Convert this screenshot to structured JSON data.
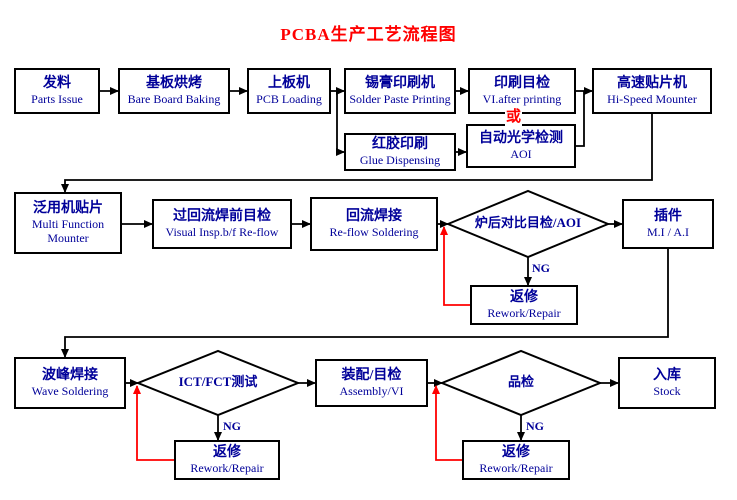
{
  "title": "PCBA生产工艺流程图",
  "labels": {
    "or": "或",
    "ng": "NG"
  },
  "colors": {
    "title": "#ff0000",
    "node_text": "#000099",
    "node_border": "#000000",
    "flow_line": "#000000",
    "feedback_line": "#ff0000",
    "background": "#ffffff"
  },
  "nodes": {
    "parts_issue": {
      "zh": "发料",
      "en": "Parts Issue"
    },
    "bare_board_baking": {
      "zh": "基板烘烤",
      "en": "Bare Board Baking"
    },
    "pcb_loading": {
      "zh": "上板机",
      "en": "PCB Loading"
    },
    "solder_paste_printing": {
      "zh": "锡膏印刷机",
      "en": "Solder Paste Printing"
    },
    "vi_after_printing": {
      "zh": "印刷目检",
      "en": "VI.after printing"
    },
    "hi_speed_mounter": {
      "zh": "高速贴片机",
      "en": "Hi-Speed Mounter"
    },
    "glue_dispensing": {
      "zh": "红胶印刷",
      "en": "Glue Dispensing"
    },
    "aoi": {
      "zh": "自动光学检测",
      "en": "AOI"
    },
    "multi_function_mounter": {
      "zh": "泛用机贴片",
      "en": "Multi Function Mounter"
    },
    "visual_inspection": {
      "zh": "过回流焊前目检",
      "en": "Visual Insp.b/f Re-flow"
    },
    "reflow_soldering": {
      "zh": "回流焊接",
      "en": "Re-flow  Soldering"
    },
    "post_furnace_aoi": {
      "label": "炉后对比目检/AOI"
    },
    "mi_ai": {
      "zh": "插件",
      "en": "M.I / A.I"
    },
    "rework": {
      "zh": "返修",
      "en": "Rework/Repair"
    },
    "wave_soldering": {
      "zh": "波峰焊接",
      "en": "Wave Soldering"
    },
    "ict_fct_test": {
      "label": "ICT/FCT测试"
    },
    "assembly_vi": {
      "zh": "装配/目检",
      "en": "Assembly/VI"
    },
    "quality_check": {
      "label": "品检"
    },
    "stock": {
      "zh": "入库",
      "en": "Stock"
    }
  }
}
